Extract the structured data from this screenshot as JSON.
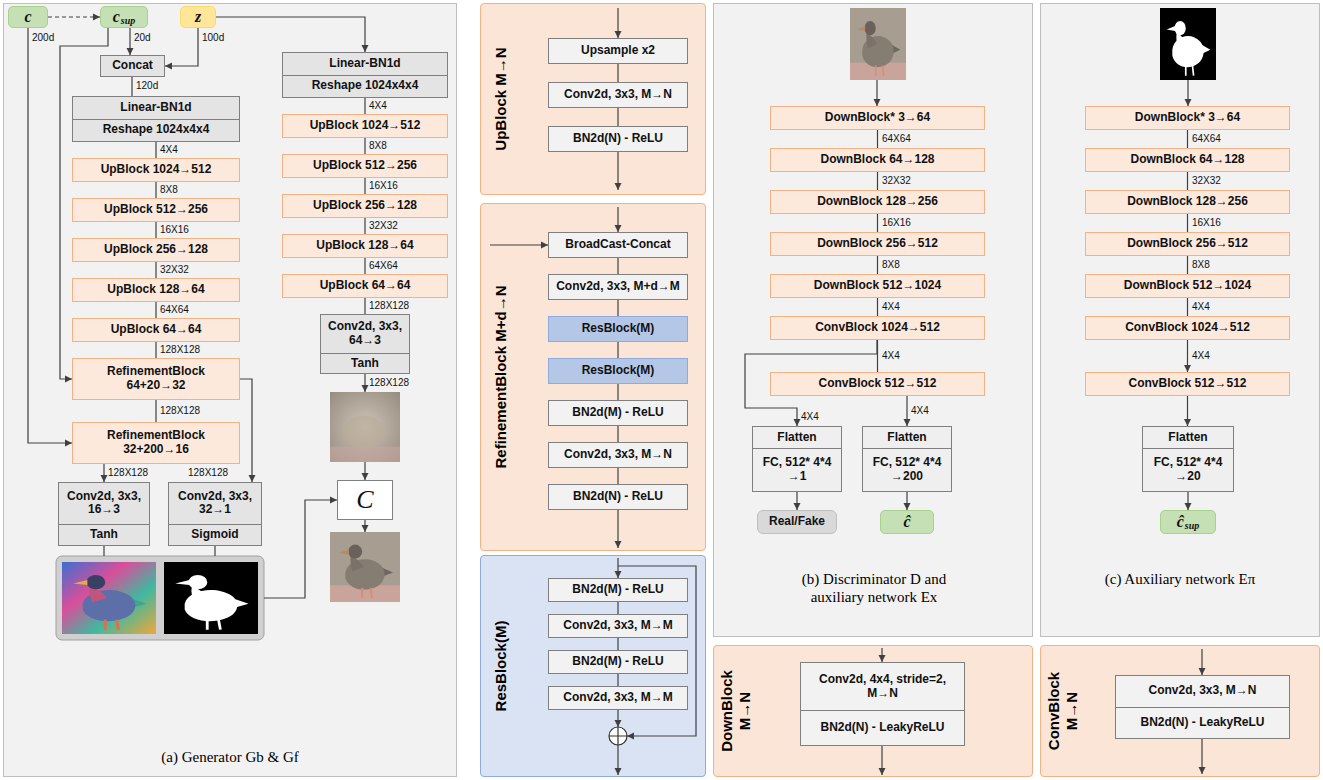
{
  "diagram": {
    "nodes": [
      {
        "text": [
          "(a) Generator Gb & Gf"
        ]
      },
      {
        "text": [
          "c"
        ],
        "in": 0
      },
      {
        "text": [
          "c",
          "sup"
        ],
        "in": 0
      },
      {
        "text": [
          "z"
        ],
        "in": 0
      },
      {
        "text": [
          "Concat"
        ],
        "in": 0
      },
      {
        "text": [
          "Linear-BN1d",
          "Reshape 1024x4x4"
        ],
        "in": 0
      },
      {
        "text": [
          "UpBlock 1024→512"
        ],
        "in": 0
      },
      {
        "text": [
          "UpBlock 512→256"
        ],
        "in": 0
      },
      {
        "text": [
          "UpBlock 256→128"
        ],
        "in": 0
      },
      {
        "text": [
          "UpBlock 128→64"
        ],
        "in": 0
      },
      {
        "text": [
          "UpBlock 64→64"
        ],
        "in": 0
      },
      {
        "text": [
          "RefinementBlock 64+20→32"
        ],
        "in": 0
      },
      {
        "text": [
          "RefinementBlock 32+200→16"
        ],
        "in": 0
      },
      {
        "text": [
          "Conv2d, 3x3, 16→3",
          "Tanh"
        ],
        "in": 0
      },
      {
        "text": [
          "Conv2d, 3x3, 32→1",
          "Sigmoid"
        ],
        "in": 0
      },
      {
        "text": [
          "Linear-BN1d",
          "Reshape 1024x4x4"
        ],
        "in": 0
      },
      {
        "text": [
          "UpBlock 1024→512"
        ],
        "in": 0
      },
      {
        "text": [
          "UpBlock 512→256"
        ],
        "in": 0
      },
      {
        "text": [
          "UpBlock 256→128"
        ],
        "in": 0
      },
      {
        "text": [
          "UpBlock 128→64"
        ],
        "in": 0
      },
      {
        "text": [
          "UpBlock 64→64"
        ],
        "in": 0
      },
      {
        "text": [
          "Conv2d, 3x3, 64→3",
          "Tanh"
        ],
        "in": 0
      },
      {
        "text": [
          "C"
        ],
        "in": 0
      },
      {
        "text": [
          "UpBlock M→N"
        ]
      },
      {
        "text": [
          "Upsample x2"
        ],
        "in": 23
      },
      {
        "text": [
          "Conv2d, 3x3, M→N"
        ],
        "in": 23
      },
      {
        "text": [
          "BN2d(N) - ReLU"
        ],
        "in": 23
      },
      {
        "text": [
          "RefinementBlock M+d→N"
        ]
      },
      {
        "text": [
          "BroadCast-Concat"
        ],
        "in": 27
      },
      {
        "text": [
          "Conv2d, 3x3, M+d→M"
        ],
        "in": 27
      },
      {
        "text": [
          "ResBlock(M)"
        ],
        "in": 27
      },
      {
        "text": [
          "ResBlock(M)"
        ],
        "in": 27
      },
      {
        "text": [
          "BN2d(M) - ReLU"
        ],
        "in": 27
      },
      {
        "text": [
          "Conv2d, 3x3, M→N"
        ],
        "in": 27
      },
      {
        "text": [
          "BN2d(N) - ReLU"
        ],
        "in": 27
      },
      {
        "text": [
          "ResBlock(M)"
        ]
      },
      {
        "text": [
          "BN2d(M) - ReLU"
        ],
        "in": 35
      },
      {
        "text": [
          "Conv2d, 3x3, M→M"
        ],
        "in": 35
      },
      {
        "text": [
          "BN2d(M) - ReLU"
        ],
        "in": 35
      },
      {
        "text": [
          "Conv2d, 3x3, M→M"
        ],
        "in": 35
      },
      {
        "text": [
          "(b) Discriminator D and auxiliary network Ex"
        ]
      },
      {
        "text": [
          "DownBlock* 3→64"
        ],
        "in": 40
      },
      {
        "text": [
          "DownBlock 64→128"
        ],
        "in": 40
      },
      {
        "text": [
          "DownBlock 128→256"
        ],
        "in": 40
      },
      {
        "text": [
          "DownBlock 256→512"
        ],
        "in": 40
      },
      {
        "text": [
          "DownBlock 512→1024"
        ],
        "in": 40
      },
      {
        "text": [
          "ConvBlock 1024→512"
        ],
        "in": 40
      },
      {
        "text": [
          "ConvBlock 512→512"
        ],
        "in": 40
      },
      {
        "text": [
          "Flatten",
          "FC, 512* 4*4 →1"
        ],
        "in": 40
      },
      {
        "text": [
          "Flatten",
          "FC, 512* 4*4 →200"
        ],
        "in": 40
      },
      {
        "text": [
          "Real/Fake"
        ],
        "in": 40
      },
      {
        "text": [
          "ĉ"
        ],
        "in": 40
      },
      {
        "text": [
          "(c) Auxiliary network Eπ"
        ]
      },
      {
        "text": [
          "DownBlock* 3→64"
        ],
        "in": 52
      },
      {
        "text": [
          "DownBlock 64→128"
        ],
        "in": 52
      },
      {
        "text": [
          "DownBlock 128→256"
        ],
        "in": 52
      },
      {
        "text": [
          "DownBlock 256→512"
        ],
        "in": 52
      },
      {
        "text": [
          "DownBlock 512→1024"
        ],
        "in": 52
      },
      {
        "text": [
          "ConvBlock 1024→512"
        ],
        "in": 52
      },
      {
        "text": [
          "ConvBlock 512→512"
        ],
        "in": 52
      },
      {
        "text": [
          "Flatten",
          "FC, 512* 4*4 →20"
        ],
        "in": 52
      },
      {
        "text": [
          "ĉ",
          "sup"
        ],
        "in": 52
      },
      {
        "text": [
          "DownBlock M→N"
        ]
      },
      {
        "text": [
          "Conv2d, 4x4, stride=2, M→N",
          "BN2d(N) - LeakyReLU"
        ],
        "in": 62
      },
      {
        "text": [
          "ConvBlock M→N"
        ]
      },
      {
        "text": [
          "Conv2d, 3x3, M→N",
          "BN2d(N) - LeakyReLU"
        ],
        "in": 64
      }
    ],
    "edges": [
      {
        "from": 1,
        "to": 2,
        "arrow": "to"
      },
      {
        "from": 2,
        "to": 4,
        "label": "20d",
        "arrow": "to"
      },
      {
        "from": 3,
        "to": 4,
        "label": "100d",
        "arrow": "to"
      },
      {
        "from": 3,
        "to": 15,
        "arrow": "to"
      },
      {
        "from": 4,
        "to": 5,
        "label": "120d",
        "arrow": "none"
      },
      {
        "from": 5,
        "to": 6,
        "label": "4X4",
        "arrow": "none"
      },
      {
        "from": 6,
        "to": 7,
        "label": "8X8",
        "arrow": "none"
      },
      {
        "from": 7,
        "to": 8,
        "label": "16X16",
        "arrow": "none"
      },
      {
        "from": 8,
        "to": 9,
        "label": "32X32",
        "arrow": "none"
      },
      {
        "from": 9,
        "to": 10,
        "label": "64X64",
        "arrow": "none"
      },
      {
        "from": 10,
        "to": 11,
        "label": "128X128",
        "arrow": "none"
      },
      {
        "from": 11,
        "to": 12,
        "label": "128X128",
        "arrow": "none"
      },
      {
        "from": 2,
        "to": 11,
        "arrow": "to"
      },
      {
        "from": 1,
        "to": 12,
        "label": "200d",
        "arrow": "to"
      },
      {
        "from": 12,
        "to": 13,
        "label": "128X128",
        "arrow": "to"
      },
      {
        "from": 11,
        "to": 14,
        "label": "128X128",
        "arrow": "to"
      },
      {
        "from": 15,
        "to": 16,
        "label": "4X4",
        "arrow": "none"
      },
      {
        "from": 16,
        "to": 17,
        "label": "8X8",
        "arrow": "none"
      },
      {
        "from": 17,
        "to": 18,
        "label": "16X16",
        "arrow": "none"
      },
      {
        "from": 18,
        "to": 19,
        "label": "32X32",
        "arrow": "none"
      },
      {
        "from": 19,
        "to": 20,
        "label": "64X64",
        "arrow": "none"
      },
      {
        "from": 20,
        "to": 21,
        "label": "128X128",
        "arrow": "none"
      },
      {
        "from": 24,
        "to": 25,
        "arrow": "none"
      },
      {
        "from": 25,
        "to": 26,
        "arrow": "none"
      },
      {
        "from": 28,
        "to": 29,
        "arrow": "none"
      },
      {
        "from": 29,
        "to": 30,
        "arrow": "none"
      },
      {
        "from": 30,
        "to": 31,
        "arrow": "none"
      },
      {
        "from": 31,
        "to": 32,
        "arrow": "none"
      },
      {
        "from": 32,
        "to": 33,
        "arrow": "none"
      },
      {
        "from": 33,
        "to": 34,
        "arrow": "none"
      },
      {
        "from": 36,
        "to": 37,
        "arrow": "none"
      },
      {
        "from": 37,
        "to": 38,
        "arrow": "none"
      },
      {
        "from": 38,
        "to": 39,
        "arrow": "none"
      },
      {
        "from": 41,
        "to": 42,
        "label": "64X64",
        "arrow": "none"
      },
      {
        "from": 42,
        "to": 43,
        "label": "32X32",
        "arrow": "none"
      },
      {
        "from": 43,
        "to": 44,
        "label": "16X16",
        "arrow": "none"
      },
      {
        "from": 44,
        "to": 45,
        "label": "8X8",
        "arrow": "none"
      },
      {
        "from": 45,
        "to": 46,
        "label": "4X4",
        "arrow": "none"
      },
      {
        "from": 46,
        "to": 47,
        "label": "4X4",
        "arrow": "none"
      },
      {
        "from": 46,
        "to": 48,
        "label": "4X4",
        "arrow": "to"
      },
      {
        "from": 47,
        "to": 49,
        "label": "4X4",
        "arrow": "to"
      },
      {
        "from": 48,
        "to": 50,
        "arrow": "to"
      },
      {
        "from": 49,
        "to": 51,
        "arrow": "to"
      },
      {
        "from": 53,
        "to": 54,
        "label": "64X64",
        "arrow": "none"
      },
      {
        "from": 54,
        "to": 55,
        "label": "32X32",
        "arrow": "none"
      },
      {
        "from": 55,
        "to": 56,
        "label": "16X16",
        "arrow": "none"
      },
      {
        "from": 56,
        "to": 57,
        "label": "8X8",
        "arrow": "none"
      },
      {
        "from": 57,
        "to": 58,
        "label": "4X4",
        "arrow": "none"
      },
      {
        "from": 58,
        "to": 59,
        "label": "4X4",
        "arrow": "to"
      },
      {
        "from": 59,
        "to": 60,
        "arrow": "to"
      },
      {
        "from": 60,
        "to": 61,
        "arrow": "to"
      }
    ],
    "labels": [
      "128X128"
    ]
  }
}
